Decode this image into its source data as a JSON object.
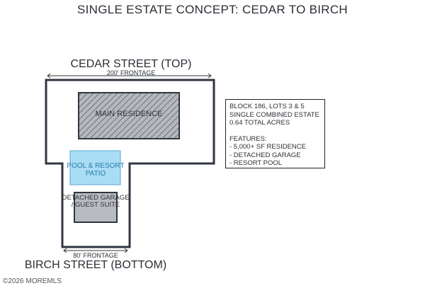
{
  "title": "SINGLE ESTATE CONCEPT: CEDAR TO BIRCH",
  "top_street": "CEDAR STREET (TOP)",
  "top_frontage": "200' FRONTAGE",
  "main_residence": "MAIN RESIDENCE",
  "pool": "POOL & RESORT PATIO",
  "garage_line1": "DETACHED GARAGE",
  "garage_line2": "/ GUEST SUITE",
  "bottom_frontage": "80' FRONTAGE",
  "bottom_street": "BIRCH STREET (BOTTOM)",
  "info": {
    "lines": [
      "BLOCK 186, LOTS 3 & 5",
      "SINGLE COMBINED ESTATE",
      "0.64 TOTAL ACRES"
    ],
    "features_heading": "FEATURES:",
    "features": [
      "- 5,000+ SF RESIDENCE",
      "- DETACHED GARAGE",
      "- RESORT POOL"
    ]
  },
  "copyright": "©2026 MOREMLS",
  "colors": {
    "outline": "#2f3640",
    "pool": "#a9dcf5",
    "garage": "#b8bcc2",
    "residence": "#b5b9bf"
  }
}
